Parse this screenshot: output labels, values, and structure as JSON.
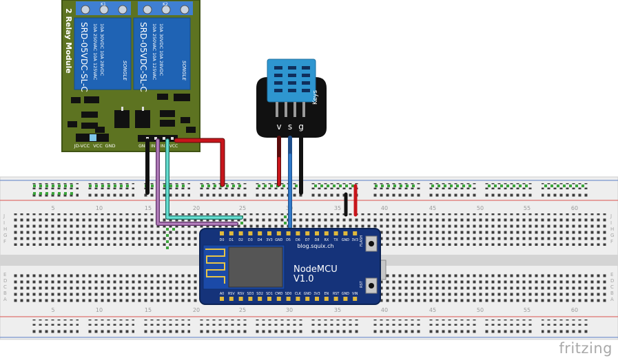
{
  "relay_module": {
    "title": "2 Relay Module",
    "relays": [
      {
        "tag": "K1",
        "model": "SRD-05VDC-SL-C",
        "brand": "SONGLE",
        "rating_1": "10A 250VAC 10A 125VAC",
        "rating_2": "10A 30VDC 10A 28VDC"
      },
      {
        "tag": "K2",
        "model": "SRD-05VDC-SL-C",
        "brand": "SONGLE",
        "rating_1": "10A 250VAC 10A 125VAC",
        "rating_2": "10A 30VDC 10A 28VDC"
      }
    ],
    "jumper_labels": [
      "JD-VCC",
      "VCC",
      "GND"
    ],
    "header_labels": [
      "GND",
      "IN1",
      "IN2",
      "VCC"
    ],
    "colors": {
      "pcb": "#5d7321",
      "relay": "#1f63b4"
    }
  },
  "sensor": {
    "brand": "Keys",
    "pins": [
      "v",
      "s",
      "g"
    ],
    "colors": {
      "body": "#2e96d0",
      "board": "#111111"
    }
  },
  "breadboard": {
    "column_numbers": [
      "5",
      "10",
      "15",
      "20",
      "25",
      "30",
      "35",
      "40",
      "45",
      "50",
      "55",
      "60"
    ],
    "row_letters_top": [
      "J",
      "I",
      "H",
      "G",
      "F"
    ],
    "row_letters_bottom": [
      "E",
      "D",
      "C",
      "B",
      "A"
    ],
    "colors": {
      "rail_red": "#d9534f",
      "rail_blue": "#5b7fc6",
      "highlight": "#3aa53a"
    }
  },
  "nodemcu": {
    "name": "NodeMCU",
    "version": "V1.0",
    "url": "blog.squix.ch",
    "top_pins": [
      "D0",
      "D1",
      "D2",
      "D3",
      "D4",
      "3V3",
      "GND",
      "D5",
      "D6",
      "D7",
      "D8",
      "RX",
      "TX",
      "GND",
      "3V3"
    ],
    "bottom_pins": [
      "A0",
      "RSV",
      "RSV",
      "SD3",
      "SD2",
      "SD1",
      "CMD",
      "SD0",
      "CLK",
      "GND",
      "3V3",
      "EN",
      "RST",
      "GND",
      "VIN"
    ],
    "button_labels": [
      "FLASH",
      "RST"
    ],
    "colors": {
      "board": "#15337a"
    }
  },
  "wire_colors": {
    "red": "#c8151b",
    "black": "#1b1b1b",
    "blue": "#2e78c8",
    "purple": "#9b5ca6",
    "cyan": "#47c6b8",
    "green": "#1f8f1f"
  },
  "footer": {
    "brand": "fritzing"
  }
}
